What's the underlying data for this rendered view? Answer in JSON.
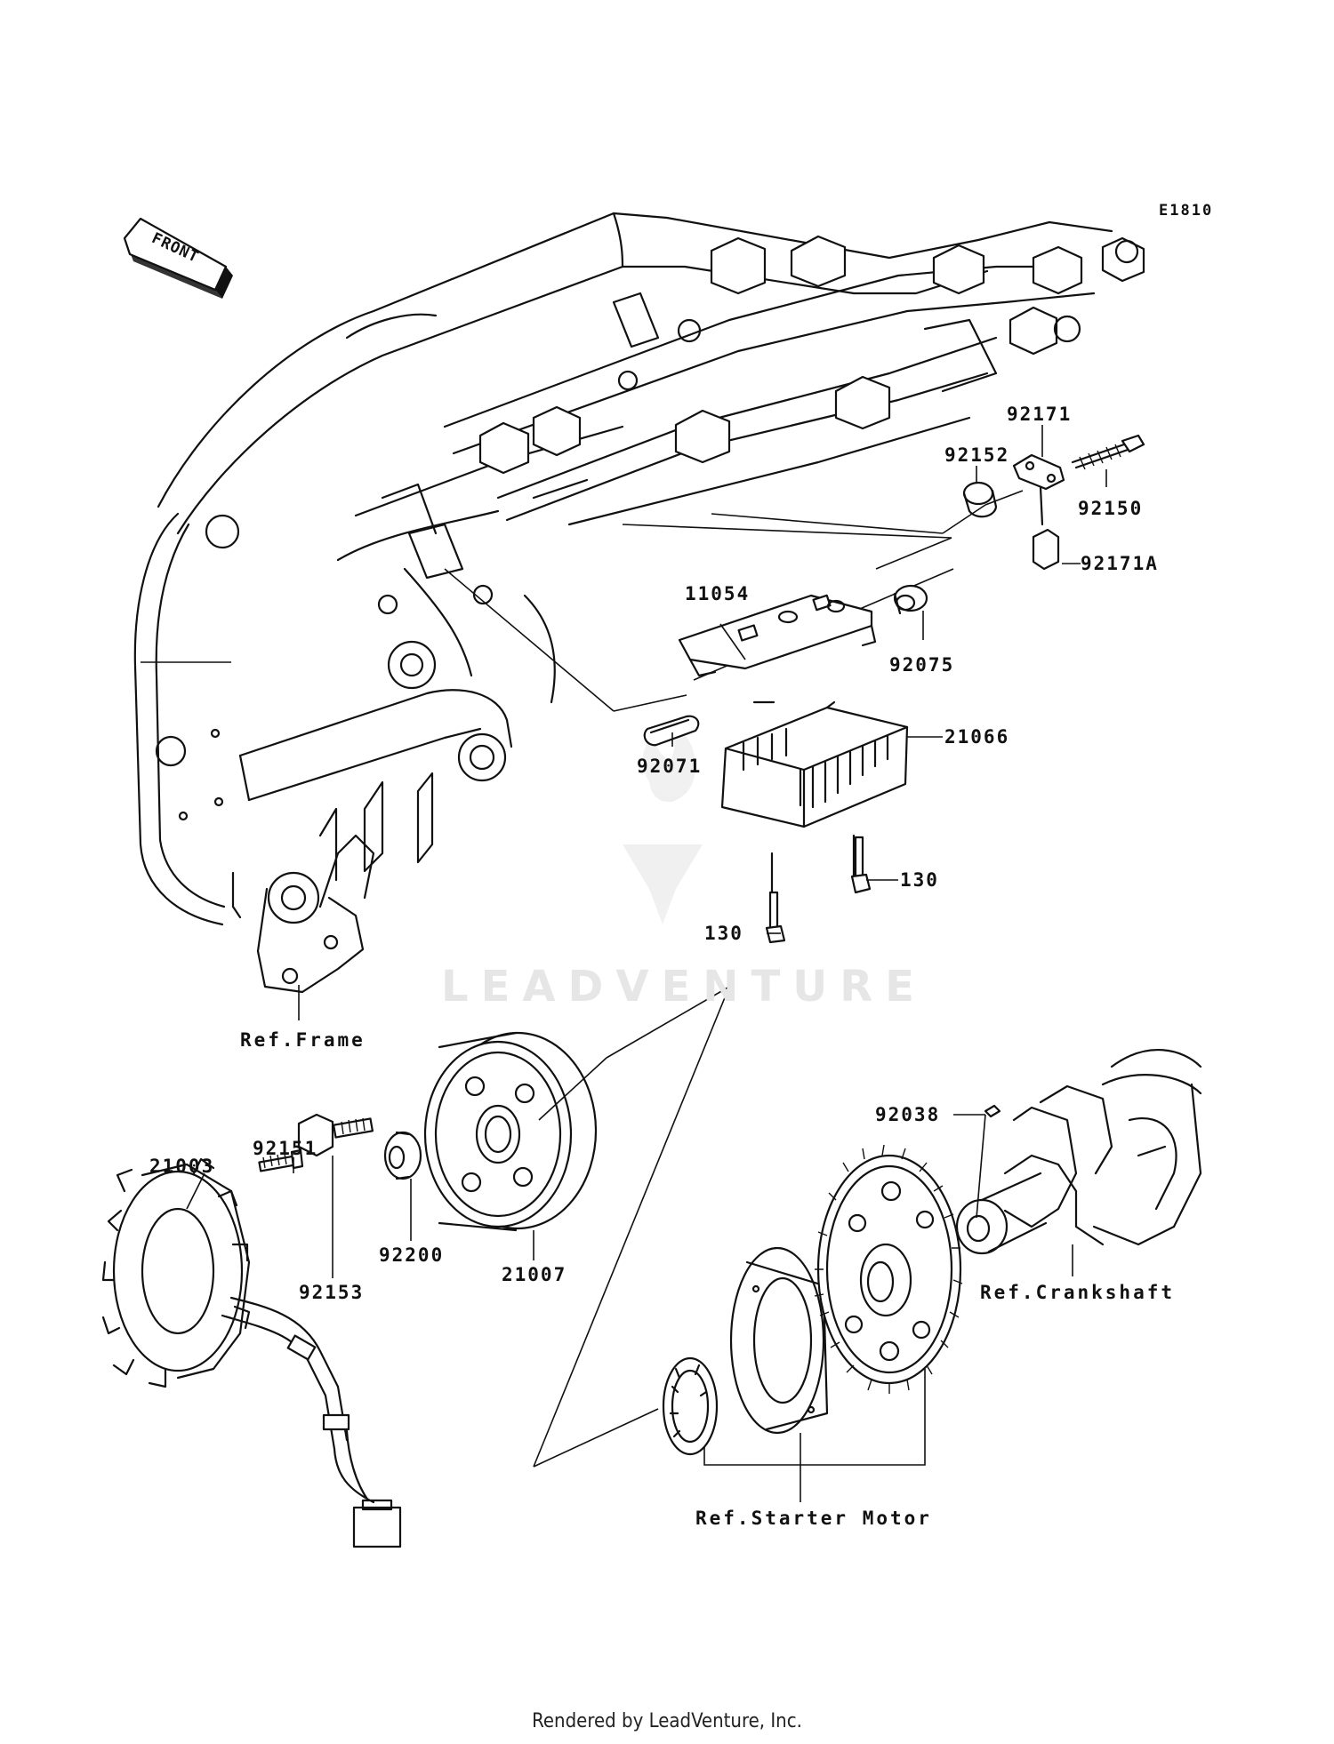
{
  "diagram": {
    "code": "E1810",
    "front_label": "FRONT",
    "watermark": "LEADVENTURE"
  },
  "parts": {
    "p92171": "92171",
    "p92152": "92152",
    "p92150": "92150",
    "p92171A": "92171A",
    "p11054": "11054",
    "p92075": "92075",
    "p21066": "21066",
    "p92071": "92071",
    "p130": "130",
    "p92038": "92038",
    "p92151": "92151",
    "p21003": "21003",
    "p92200": "92200",
    "p21007": "21007",
    "p92153": "92153"
  },
  "refs": {
    "frame": "Ref.Frame",
    "crankshaft": "Ref.Crankshaft",
    "starter_motor": "Ref.Starter Motor"
  },
  "footer": "Rendered by LeadVenture, Inc.",
  "colors": {
    "ink": "#111111",
    "background": "#ffffff",
    "watermark": "#e6e6e6"
  }
}
